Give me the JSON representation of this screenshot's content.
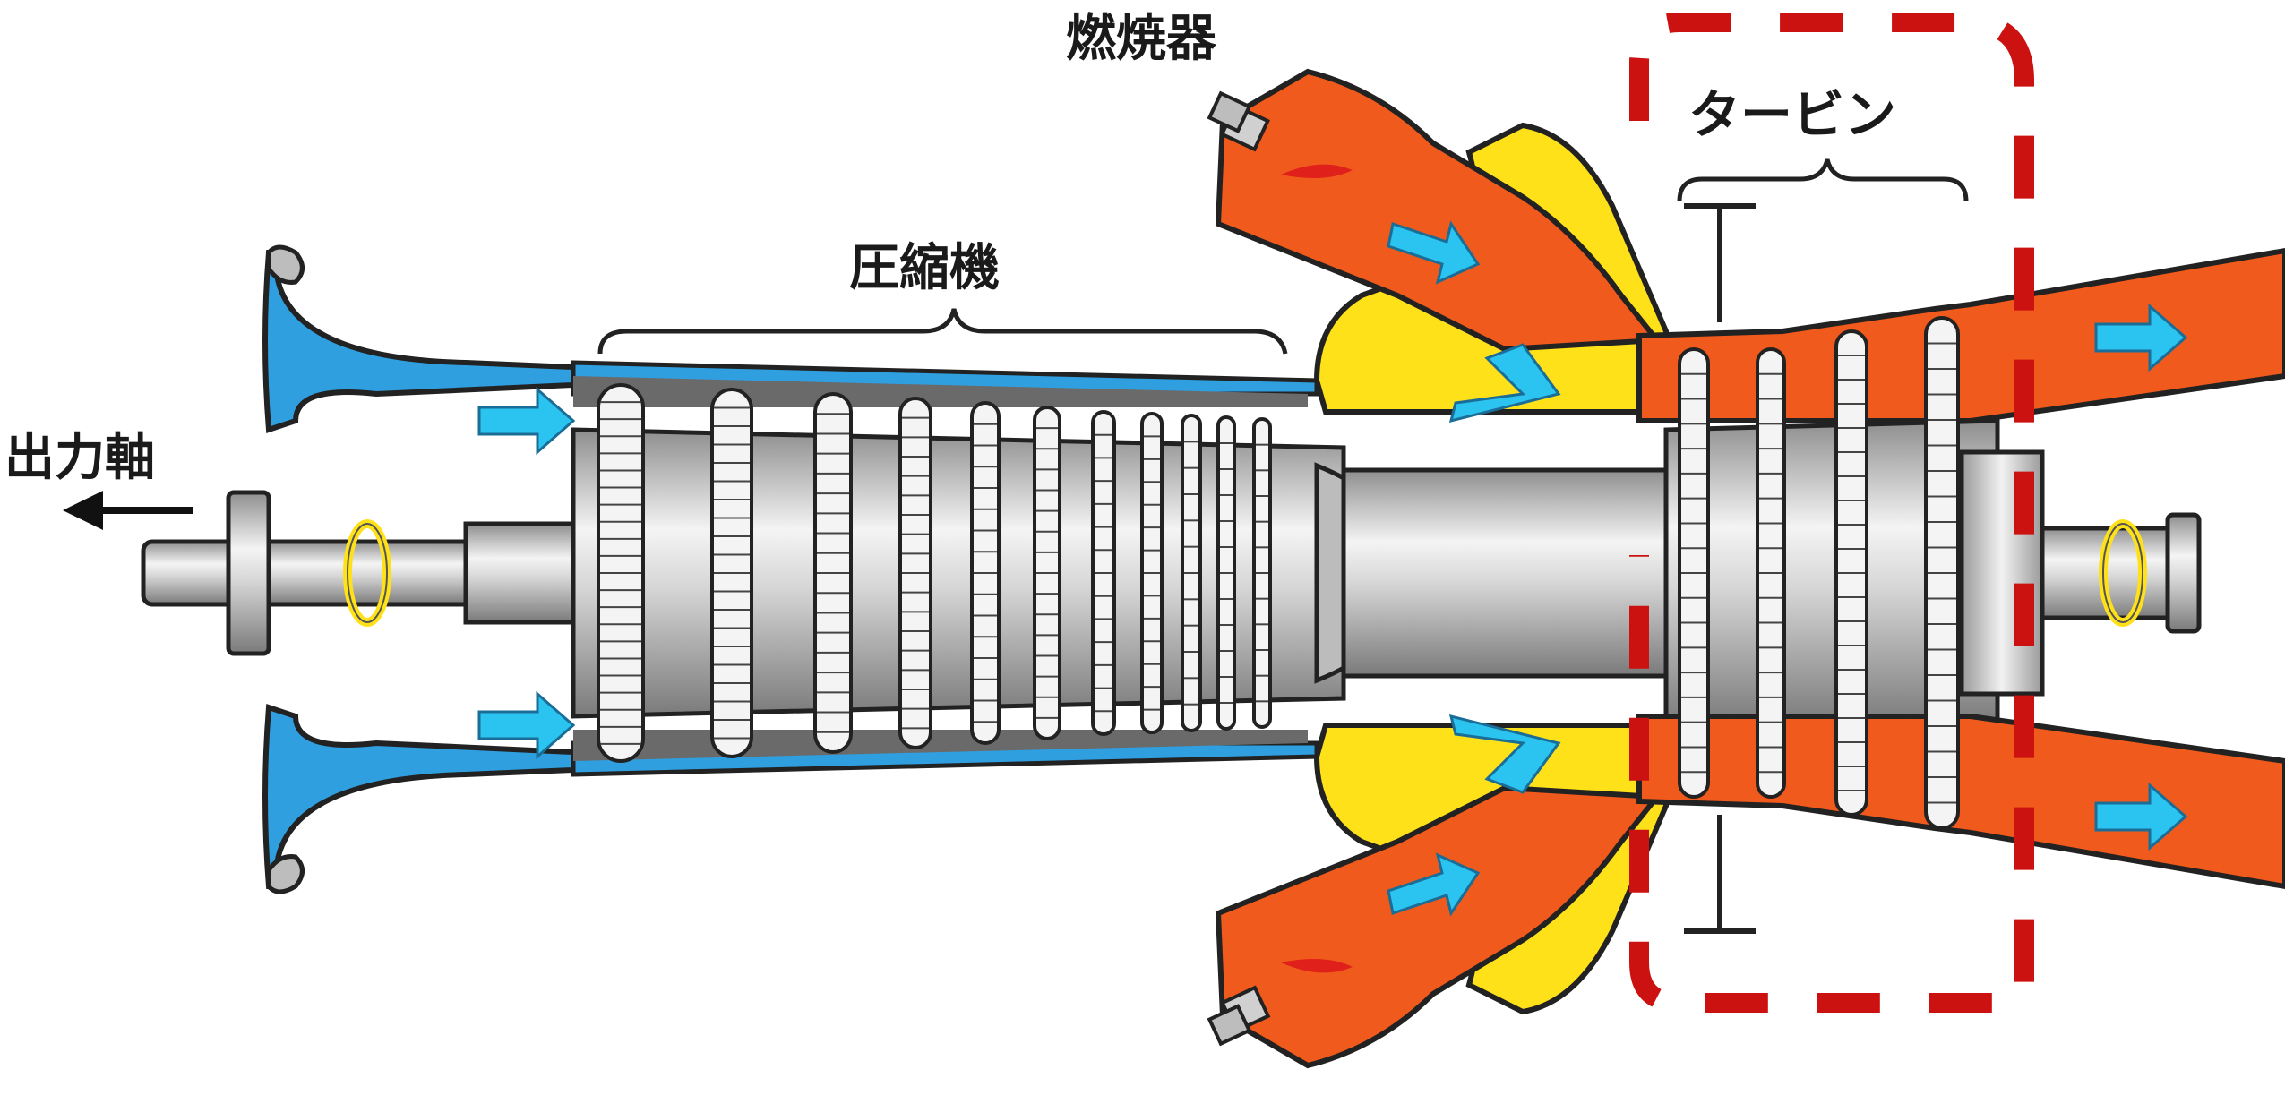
{
  "labels": {
    "combustor": "燃焼器",
    "turbine": "タービン",
    "compressor": "圧縮機",
    "output_shaft": "出力軸"
  },
  "colors": {
    "intake_air": "#2f9fe0",
    "combustion_gas": "#f05a1c",
    "combustor_casing": "#ffe11a",
    "flow_arrow": "#2bc3ef",
    "rotation_arrow": "#ffe11a",
    "flame": "#e0201a",
    "metal": "#c8c8c8",
    "outline": "#222222",
    "highlight_dash": "#cc1111"
  },
  "icons": {
    "flow": "flow-arrow-icon",
    "rotation": "rotation-arrow-icon",
    "output": "output-arrow-icon",
    "flame": "flame-icon"
  }
}
